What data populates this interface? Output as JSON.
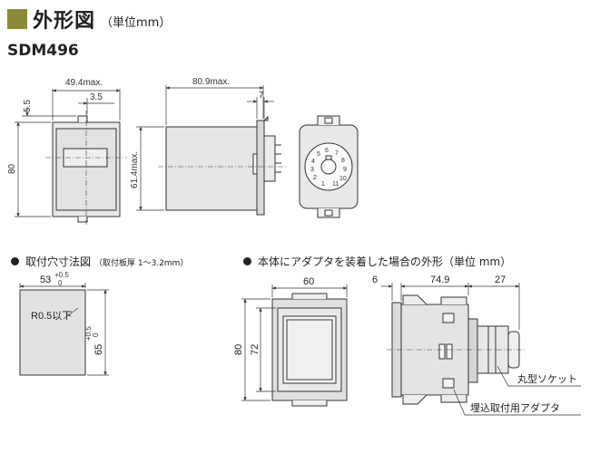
{
  "header": {
    "title": "外形図",
    "unit": "（単位mm）",
    "accent_color": "#8a8a3a"
  },
  "model": "SDM496",
  "dims_top": {
    "width_max": "49.4max.",
    "offset_3_5": "3.5",
    "offset_5_5": "5.5",
    "height_80": "80",
    "depth_max": "80.9max.",
    "terminal_7": "7",
    "height_61": "61.4max."
  },
  "socket_terminals": [
    "1",
    "2",
    "3",
    "4",
    "5",
    "6",
    "7",
    "8",
    "9",
    "10",
    "11"
  ],
  "section_cutout": {
    "title": "取付穴寸法図",
    "note": "（取付板厚 1〜3.2mm）"
  },
  "cutout_dims": {
    "w_val": "53",
    "w_tol_plus": "+0.5",
    "w_tol_zero": "0",
    "radius": "R0.5以下",
    "h_val": "65",
    "h_tol_plus": "+0.5",
    "h_tol_zero": "0"
  },
  "section_adapter": {
    "title": "本体にアダプタを装着した場合の外形（単位 mm）"
  },
  "adapter_dims": {
    "w_60": "60",
    "h_80": "80",
    "h_72": "72",
    "d_6": "6",
    "d_74_9": "74.9",
    "d_27": "27"
  },
  "callouts": {
    "socket": "丸型ソケット",
    "adapter": "埋込取付用アダプタ"
  }
}
